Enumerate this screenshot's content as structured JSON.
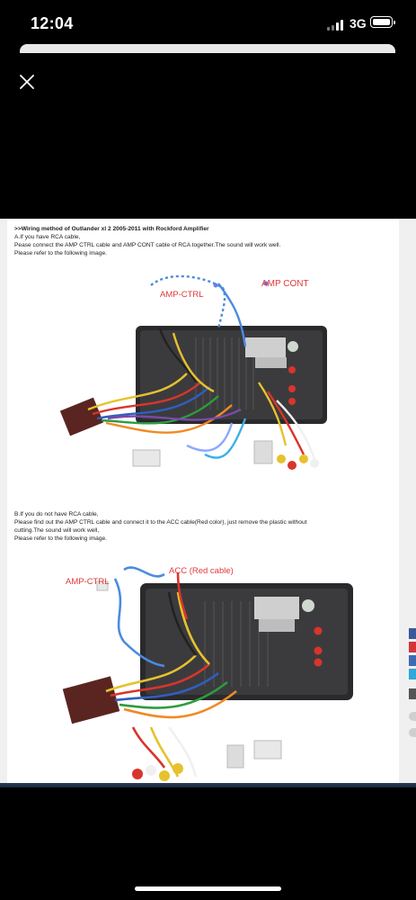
{
  "status_bar": {
    "time": "12:04",
    "network": "3G"
  },
  "article": {
    "heading": ">>Wiring method of Outlander xl 2 2005-2011 with Rockford Amplifier",
    "sec_a_line1": "A.If you have RCA cable,",
    "sec_a_line2": "Pease connect the AMP CTRL cable and  AMP CONT cable of RCA together.The sound will work well.",
    "sec_a_line3": "Please refer to the following image.",
    "fig1_label_left": "AMP-CTRL",
    "fig1_label_right": "AMP CONT",
    "sec_b_line1": "B.If you do not have RCA cable,",
    "sec_b_line2": "Please find out the AMP CTRL cable and connect it to the ACC cable(Red color), just remove the plastic without",
    "sec_b_line3": "cutting.The sound will work well,",
    "sec_b_line4": "Please refer to the following image.",
    "fig2_label_left": "AMP-CTRL",
    "fig2_label_right": "ACC (Red cable)"
  },
  "colors": {
    "label_red": "#e0383b",
    "label_blue": "#3b5bd8",
    "share": [
      "#3b5998",
      "#d2363a",
      "#3d6bb3",
      "#2fa8d8",
      "#555555"
    ]
  },
  "icons": {
    "close": "close-icon",
    "signal": "signal-icon",
    "battery": "battery-icon"
  }
}
